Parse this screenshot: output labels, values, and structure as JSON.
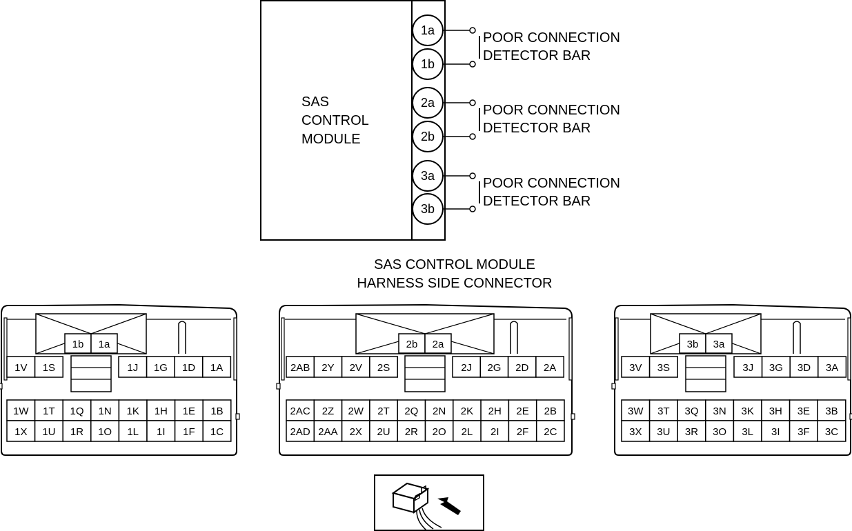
{
  "module": {
    "name_lines": [
      "SAS",
      "CONTROL",
      "MODULE"
    ],
    "terminals": [
      "1a",
      "1b",
      "2a",
      "2b",
      "3a",
      "3b"
    ],
    "detector_bars": [
      {
        "line1": "POOR CONNECTION",
        "line2": "DETECTOR BAR"
      },
      {
        "line1": "POOR CONNECTION",
        "line2": "DETECTOR BAR"
      },
      {
        "line1": "POOR CONNECTION",
        "line2": "DETECTOR BAR"
      }
    ]
  },
  "connector_title": [
    "SAS CONTROL MODULE",
    "HARNESS SIDE CONNECTOR"
  ],
  "connectors": [
    {
      "top_pins": [
        "1b",
        "1a"
      ],
      "row1_left": [
        "1V",
        "1S"
      ],
      "row1_right": [
        "1J",
        "1G",
        "1D",
        "1A"
      ],
      "row2": [
        "1W",
        "1T",
        "1Q",
        "1N",
        "1K",
        "1H",
        "1E",
        "1B"
      ],
      "row3": [
        "1X",
        "1U",
        "1R",
        "1O",
        "1L",
        "1I",
        "1F",
        "1C"
      ]
    },
    {
      "top_pins": [
        "2b",
        "2a"
      ],
      "row1_left": [
        "2AB",
        "2Y",
        "2V",
        "2S"
      ],
      "row1_right": [
        "2J",
        "2G",
        "2D",
        "2A"
      ],
      "row2": [
        "2AC",
        "2Z",
        "2W",
        "2T",
        "2Q",
        "2N",
        "2K",
        "2H",
        "2E",
        "2B"
      ],
      "row3": [
        "2AD",
        "2AA",
        "2X",
        "2U",
        "2R",
        "2O",
        "2L",
        "2I",
        "2F",
        "2C"
      ]
    },
    {
      "top_pins": [
        "3b",
        "3a"
      ],
      "row1_left": [
        "3V",
        "3S"
      ],
      "row1_right": [
        "3J",
        "3G",
        "3D",
        "3A"
      ],
      "row2": [
        "3W",
        "3T",
        "3Q",
        "3N",
        "3K",
        "3H",
        "3E",
        "3B"
      ],
      "row3": [
        "3X",
        "3U",
        "3R",
        "3O",
        "3L",
        "3I",
        "3F",
        "3C"
      ]
    }
  ],
  "icon": "harness-side-view-icon"
}
